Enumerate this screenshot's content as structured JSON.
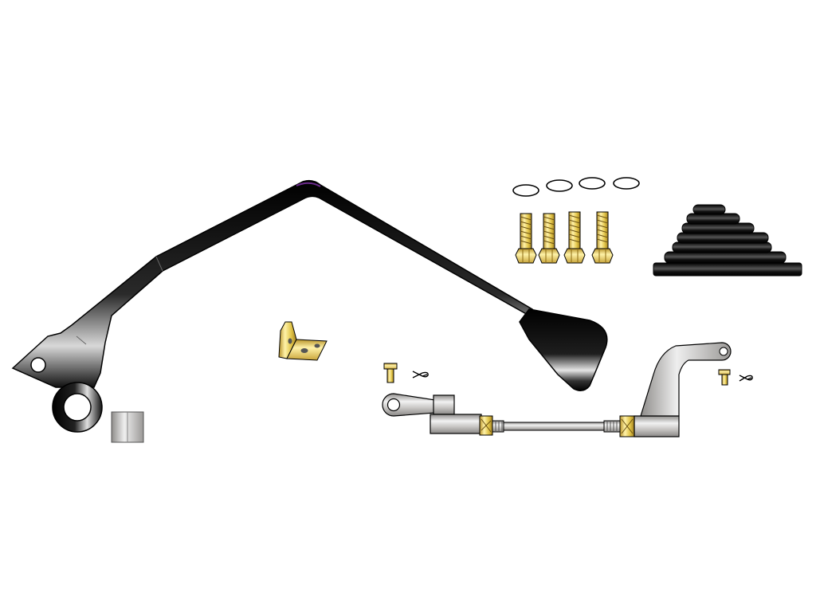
{
  "diagram": {
    "type": "exploded-parts-illustration",
    "labels_shown": false,
    "background": "#ffffff",
    "colors": {
      "black_anodized": "#1a1a1a",
      "brass_hardware": "#e2c54a",
      "brass_light": "#fff2a8",
      "chrome_rod": "#c6c4c2",
      "chrome_light": "#eeeeee",
      "outline": "#000000"
    },
    "parts": [
      {
        "id": "pedal-arm",
        "icon": "brake-pedal-arm-icon",
        "finish": "black"
      },
      {
        "id": "pivot-bushing",
        "icon": "bushing-icon",
        "finish": "chrome"
      },
      {
        "id": "mounting-bracket",
        "icon": "angle-bracket-icon",
        "finish": "brass"
      },
      {
        "id": "o-rings",
        "icon": "o-ring-icon",
        "finish": "black",
        "count": 4
      },
      {
        "id": "mounting-bolts",
        "icon": "threaded-bolt-icon",
        "finish": "brass",
        "count": 4
      },
      {
        "id": "rubber-boot",
        "icon": "bellows-boot-icon",
        "finish": "black"
      },
      {
        "id": "linkage-rod",
        "icon": "linkage-rod-icon",
        "finish": "chrome"
      },
      {
        "id": "clevis-pins",
        "icon": "clevis-pin-icon",
        "finish": "brass",
        "count": 2
      },
      {
        "id": "cotter-pins",
        "icon": "cotter-pin-icon",
        "finish": "black",
        "count": 2
      }
    ]
  }
}
